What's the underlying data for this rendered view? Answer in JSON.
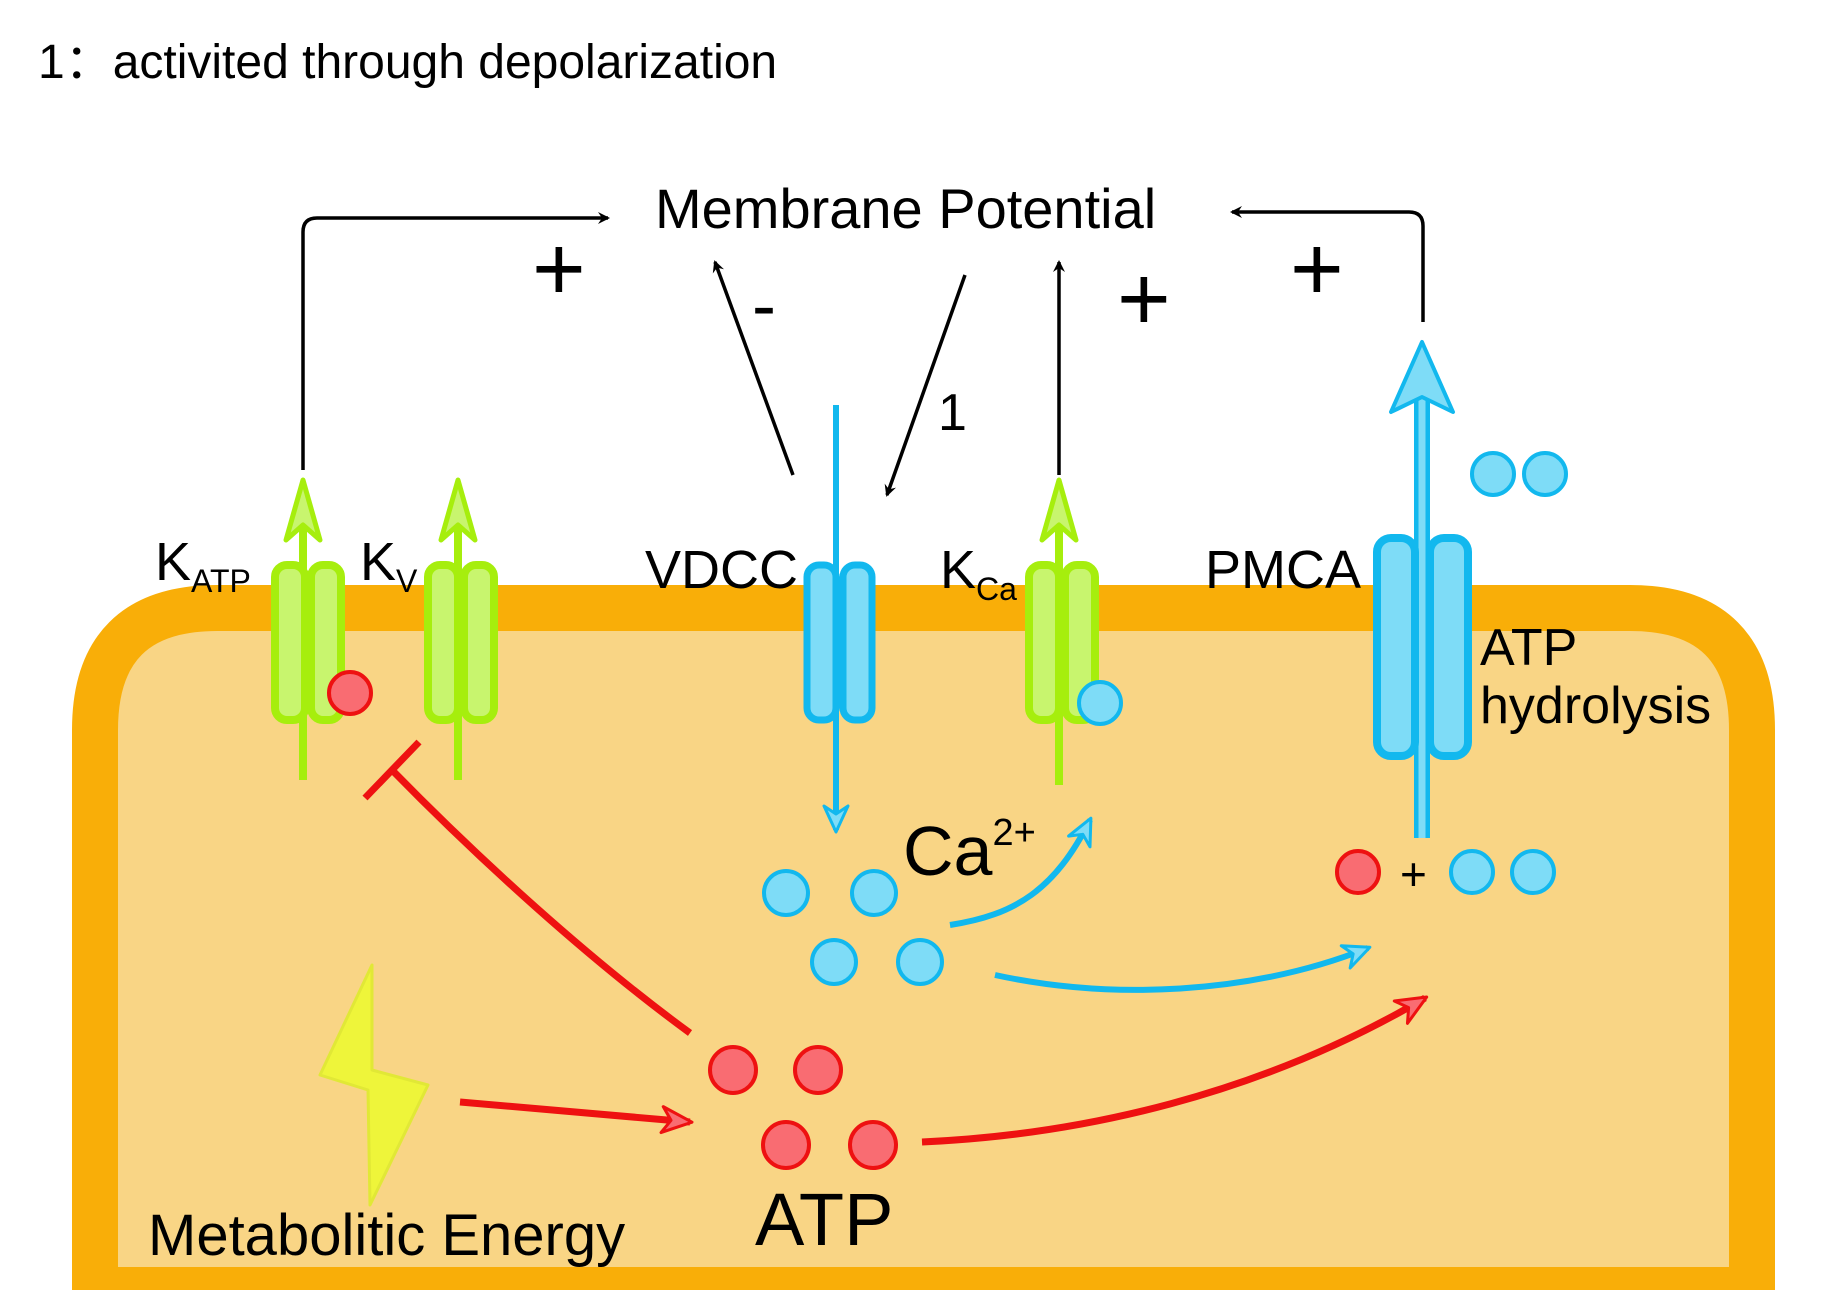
{
  "caption": "1：activited through depolarization",
  "membrane_potential": "Membrane Potential",
  "signs": {
    "katp": "+",
    "vdcc": "-",
    "kca": "+",
    "pmca": "+"
  },
  "depolarization_label": "1",
  "channels": {
    "katp": {
      "main": "K",
      "sub": "ATP"
    },
    "kv": {
      "main": "K",
      "sub": "V"
    },
    "vdcc": "VDCC",
    "kca": {
      "main": "K",
      "sub": "Ca"
    },
    "pmca": "PMCA"
  },
  "atp_hydrolysis": {
    "line1": "ATP",
    "line2": "hydrolysis"
  },
  "calcium": {
    "main": "Ca",
    "sup": "2+"
  },
  "plus_sign": "+",
  "atp_label": "ATP",
  "metabolic_energy": "Metabolitic Energy",
  "colors": {
    "cell_border": "#F9AE08",
    "cell_fill": "#F9D585",
    "potassium_channel": "#A6EE0D",
    "potassium_channel_inner": "#C8F56E",
    "calcium_blue": "#12B8EE",
    "calcium_fill": "#7EDCF7",
    "atp_red": "#EE1111",
    "atp_fill": "#F96C72",
    "lightning": "#EEF53A",
    "arrow_black": "#000000"
  }
}
